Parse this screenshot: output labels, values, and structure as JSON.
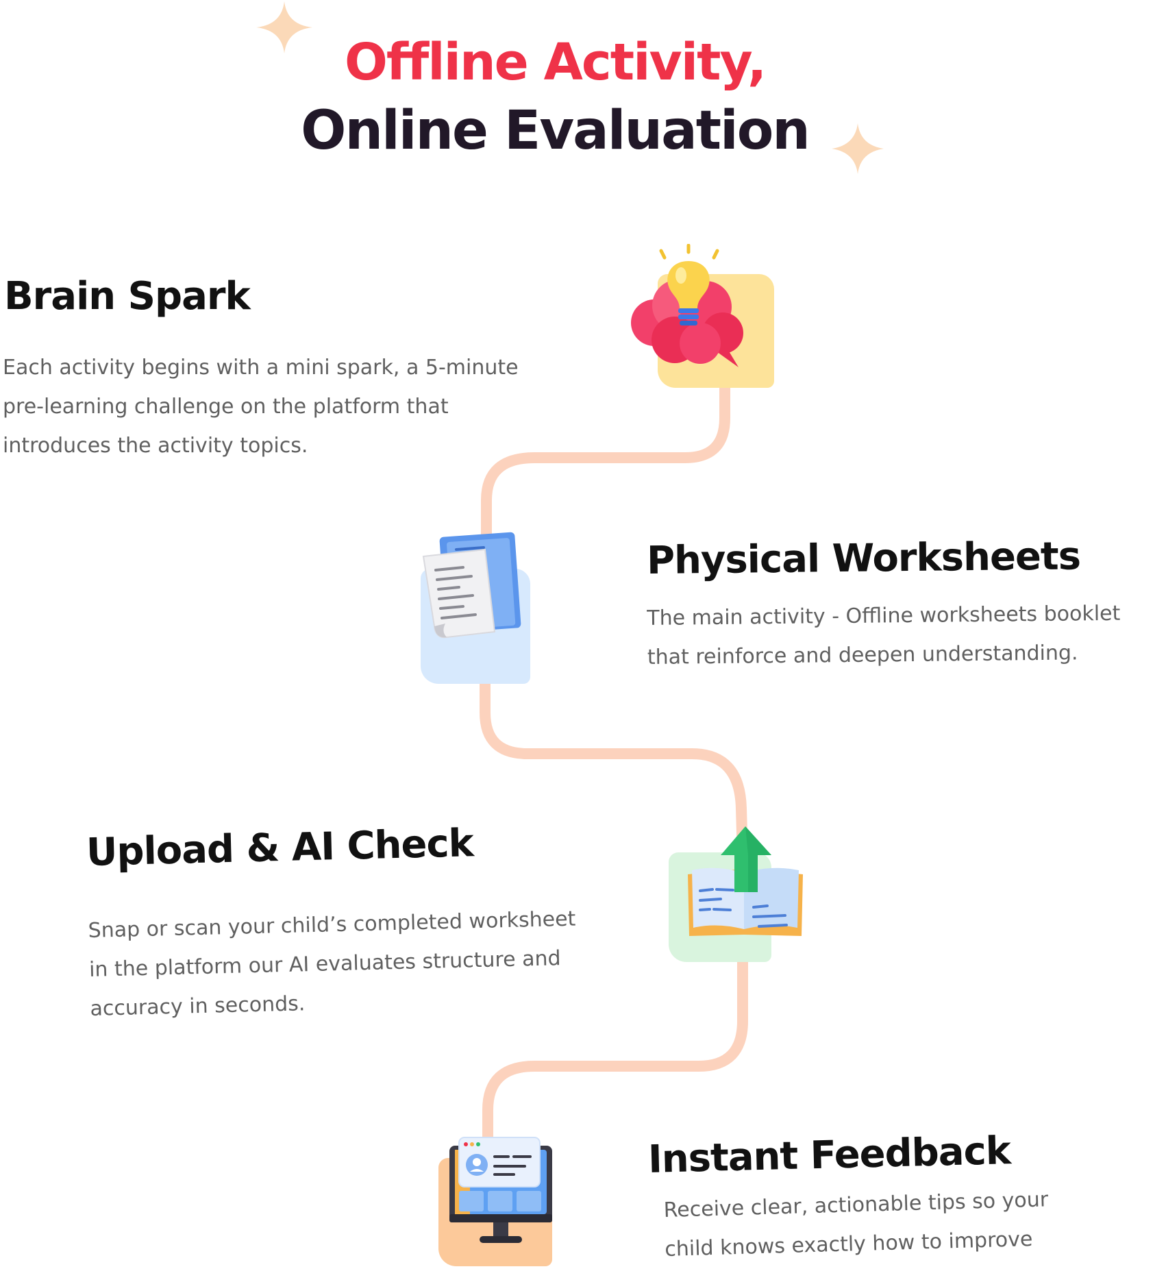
{
  "header": {
    "line1": "Offline Activity,",
    "line2": "Online Evaluation"
  },
  "colors": {
    "accent_red": "#ef3248",
    "headline_dark": "#211828",
    "path_peach": "#fcd2bd",
    "sparkle": "#fbd9b8",
    "text_gray": "#5f5f5f",
    "title_dark": "#111111"
  },
  "steps": [
    {
      "title": "Brain Spark",
      "icon": "brain-lightbulb-icon",
      "description": [
        "Each activity begins with a mini spark, a 5-minute",
        "pre-learning challenge on the platform that",
        "introduces the activity topics."
      ]
    },
    {
      "title": "Physical Worksheets",
      "icon": "worksheet-documents-icon",
      "description": [
        "The main activity - Offline worksheets booklet",
        "that reinforce and deepen understanding."
      ]
    },
    {
      "title": "Upload & AI Check",
      "icon": "upload-book-icon",
      "description": [
        "Snap or scan your child’s completed worksheet",
        "in the platform our AI evaluates structure and",
        "accuracy in seconds."
      ]
    },
    {
      "title": "Instant Feedback",
      "icon": "monitor-dashboard-icon",
      "description": [
        "Receive clear, actionable tips so your",
        "child knows exactly how to improve"
      ]
    }
  ]
}
